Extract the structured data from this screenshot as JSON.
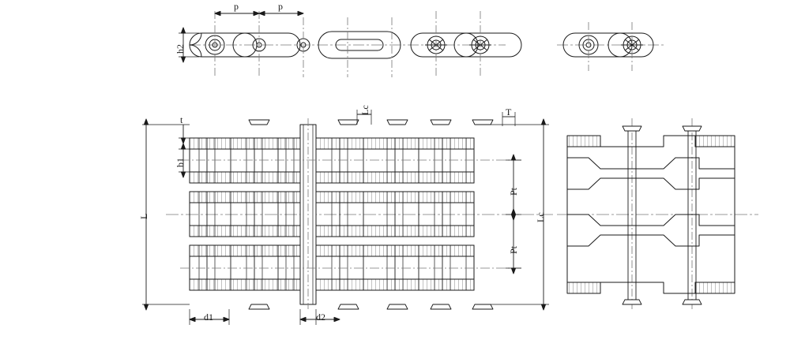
{
  "drawing": {
    "title": "Roller chain technical drawing",
    "description": "Engineering line drawing of a triplex roller chain: top view (side elevation of one strand), front/section view of a three-strand chain with plates and pins, and end views at right.",
    "stroke_color": "#1a1a1a",
    "hatch_color": "#4a4a4a",
    "background": "#ffffff",
    "line_weight": 1
  },
  "labels": {
    "pitch_left": "p",
    "pitch_right": "p",
    "plate_height": "h2",
    "plate_thickness": "t",
    "inner_width": "b1",
    "transverse_pitch_top": "T",
    "chain_length": "L",
    "roller_diameter": "d1",
    "pin_diameter": "d2",
    "transverse_pitch_1": "Pt",
    "transverse_pitch_2": "Pt",
    "overall_width_top": "Lc",
    "overall_width_right": "Lc"
  },
  "views": [
    {
      "name": "side-view-top",
      "label": "side elevation (upper left)"
    },
    {
      "name": "end-view-top-right",
      "label": "end elevation (upper right)"
    },
    {
      "name": "front-view-main",
      "label": "triplex chain front view (lower left)"
    },
    {
      "name": "section-view-right",
      "label": "section view (lower right)"
    }
  ]
}
